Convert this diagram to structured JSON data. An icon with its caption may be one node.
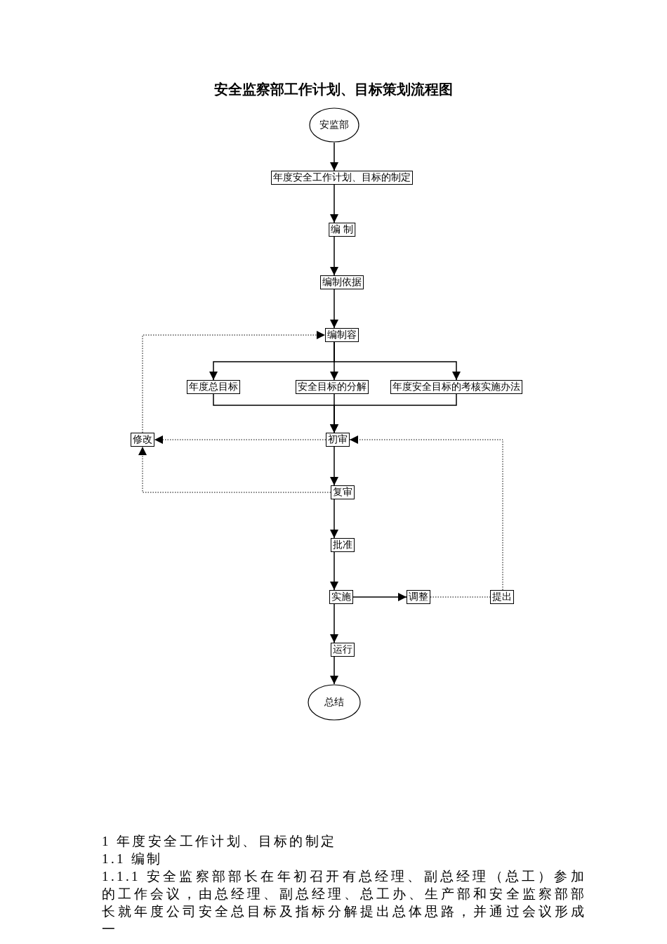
{
  "diagram": {
    "title": "安全监察部工作计划、目标策划流程图",
    "nodes": [
      {
        "text": [
          "安监部"
        ]
      },
      {
        "text": [
          "年度安全工作计划、目标的制定"
        ]
      },
      {
        "text": [
          "编 制"
        ]
      },
      {
        "text": [
          "编制依据"
        ]
      },
      {
        "text": [
          "编制容"
        ]
      },
      {
        "text": [
          "年度总目标"
        ]
      },
      {
        "text": [
          "安全目标的分解"
        ]
      },
      {
        "text": [
          "年度安全目标的考核实施办法"
        ]
      },
      {
        "text": [
          "修改"
        ]
      },
      {
        "text": [
          "初审"
        ]
      },
      {
        "text": [
          "复审"
        ]
      },
      {
        "text": [
          "批准"
        ]
      },
      {
        "text": [
          "实施"
        ]
      },
      {
        "text": [
          "调整"
        ]
      },
      {
        "text": [
          "提出"
        ]
      },
      {
        "text": [
          "运行"
        ]
      },
      {
        "text": [
          "总结"
        ]
      }
    ],
    "edges": [
      {
        "from": 0,
        "to": 1,
        "arrow": "to"
      },
      {
        "from": 1,
        "to": 2,
        "arrow": "to"
      },
      {
        "from": 2,
        "to": 3,
        "arrow": "to"
      },
      {
        "from": 3,
        "to": 4,
        "arrow": "to"
      },
      {
        "from": 4,
        "to": 5,
        "arrow": "to"
      },
      {
        "from": 4,
        "to": 6,
        "arrow": "to"
      },
      {
        "from": 4,
        "to": 7,
        "arrow": "to"
      },
      {
        "from": 5,
        "to": 9,
        "arrow": "to"
      },
      {
        "from": 6,
        "to": 9,
        "arrow": "to"
      },
      {
        "from": 7,
        "to": 9,
        "arrow": "to"
      },
      {
        "from": 9,
        "to": 8,
        "arrow": "to",
        "style": "dashed"
      },
      {
        "from": 10,
        "to": 8,
        "arrow": "to",
        "style": "dashed"
      },
      {
        "from": 8,
        "to": 4,
        "arrow": "to",
        "style": "dashed"
      },
      {
        "from": 14,
        "to": 9,
        "arrow": "to",
        "style": "dashed"
      },
      {
        "from": 9,
        "to": 10,
        "arrow": "to"
      },
      {
        "from": 10,
        "to": 11,
        "arrow": "to"
      },
      {
        "from": 11,
        "to": 12,
        "arrow": "to"
      },
      {
        "from": 12,
        "to": 13,
        "arrow": "to"
      },
      {
        "from": 13,
        "to": 14,
        "arrow": "none",
        "style": "dashed"
      },
      {
        "from": 12,
        "to": 15,
        "arrow": "to"
      },
      {
        "from": 15,
        "to": 16,
        "arrow": "to"
      }
    ],
    "labels": [
      "1 年度安全工作计划、目标的制定",
      "1.1 编制",
      "1.1.1 安全监察部部长在年初召开有总经理、副总经理（总工）参加的工作会议，由总经理、副总经理、总工办、生产部和安全监察部部长就年度公司安全总目标及指标分解提出总体思路，并通过会议形成一"
    ]
  }
}
